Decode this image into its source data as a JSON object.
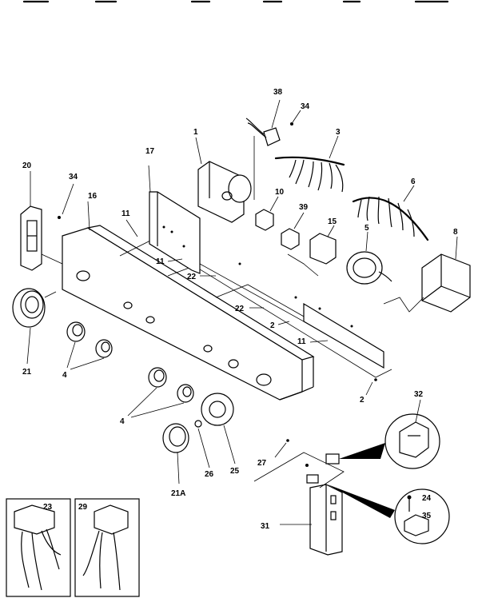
{
  "callouts": {
    "c1": "1",
    "c2a": "2",
    "c2b": "2",
    "c3": "3",
    "c4a": "4",
    "c4b": "4",
    "c5": "5",
    "c6": "6",
    "c8": "8",
    "c10": "10",
    "c11a": "11",
    "c11b": "11",
    "c11c": "11",
    "c15": "15",
    "c16": "16",
    "c17": "17",
    "c20": "20",
    "c21": "21",
    "c21A": "21A",
    "c22a": "22",
    "c22b": "22",
    "c23": "23",
    "c24": "24",
    "c25": "25",
    "c26": "26",
    "c27": "27",
    "c29": "29",
    "c31": "31",
    "c32": "32",
    "c34a": "34",
    "c34b": "34",
    "c35": "35",
    "c38": "38",
    "c39": "39"
  },
  "colors": {
    "ink": "#000000",
    "paper": "#ffffff"
  }
}
